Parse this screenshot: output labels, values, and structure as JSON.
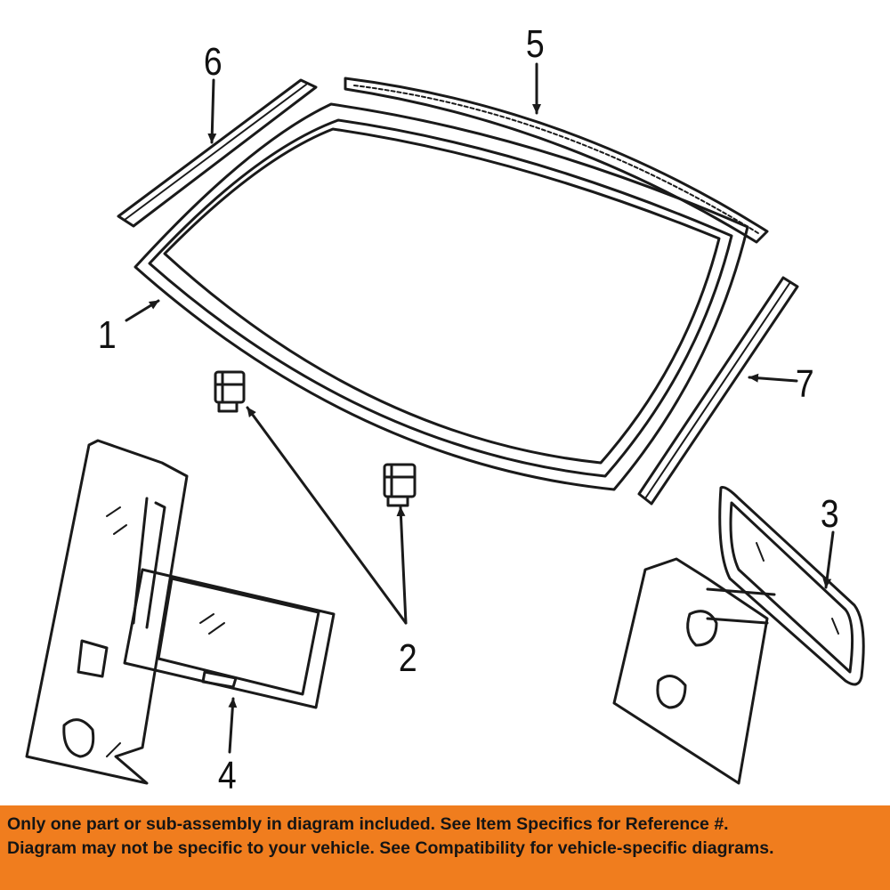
{
  "callouts": {
    "c1": "1",
    "c2": "2",
    "c3": "3",
    "c4": "4",
    "c5": "5",
    "c6": "6",
    "c7": "7"
  },
  "disclaimer": {
    "line1": "Only one part or sub-assembly in diagram included. See Item Specifics for Reference #.",
    "line2": "Diagram may not be specific to your vehicle. See Compatibility for vehicle-specific diagrams."
  },
  "colors": {
    "banner_background": "#f07d1e",
    "line_art": "#1a1a1a"
  }
}
